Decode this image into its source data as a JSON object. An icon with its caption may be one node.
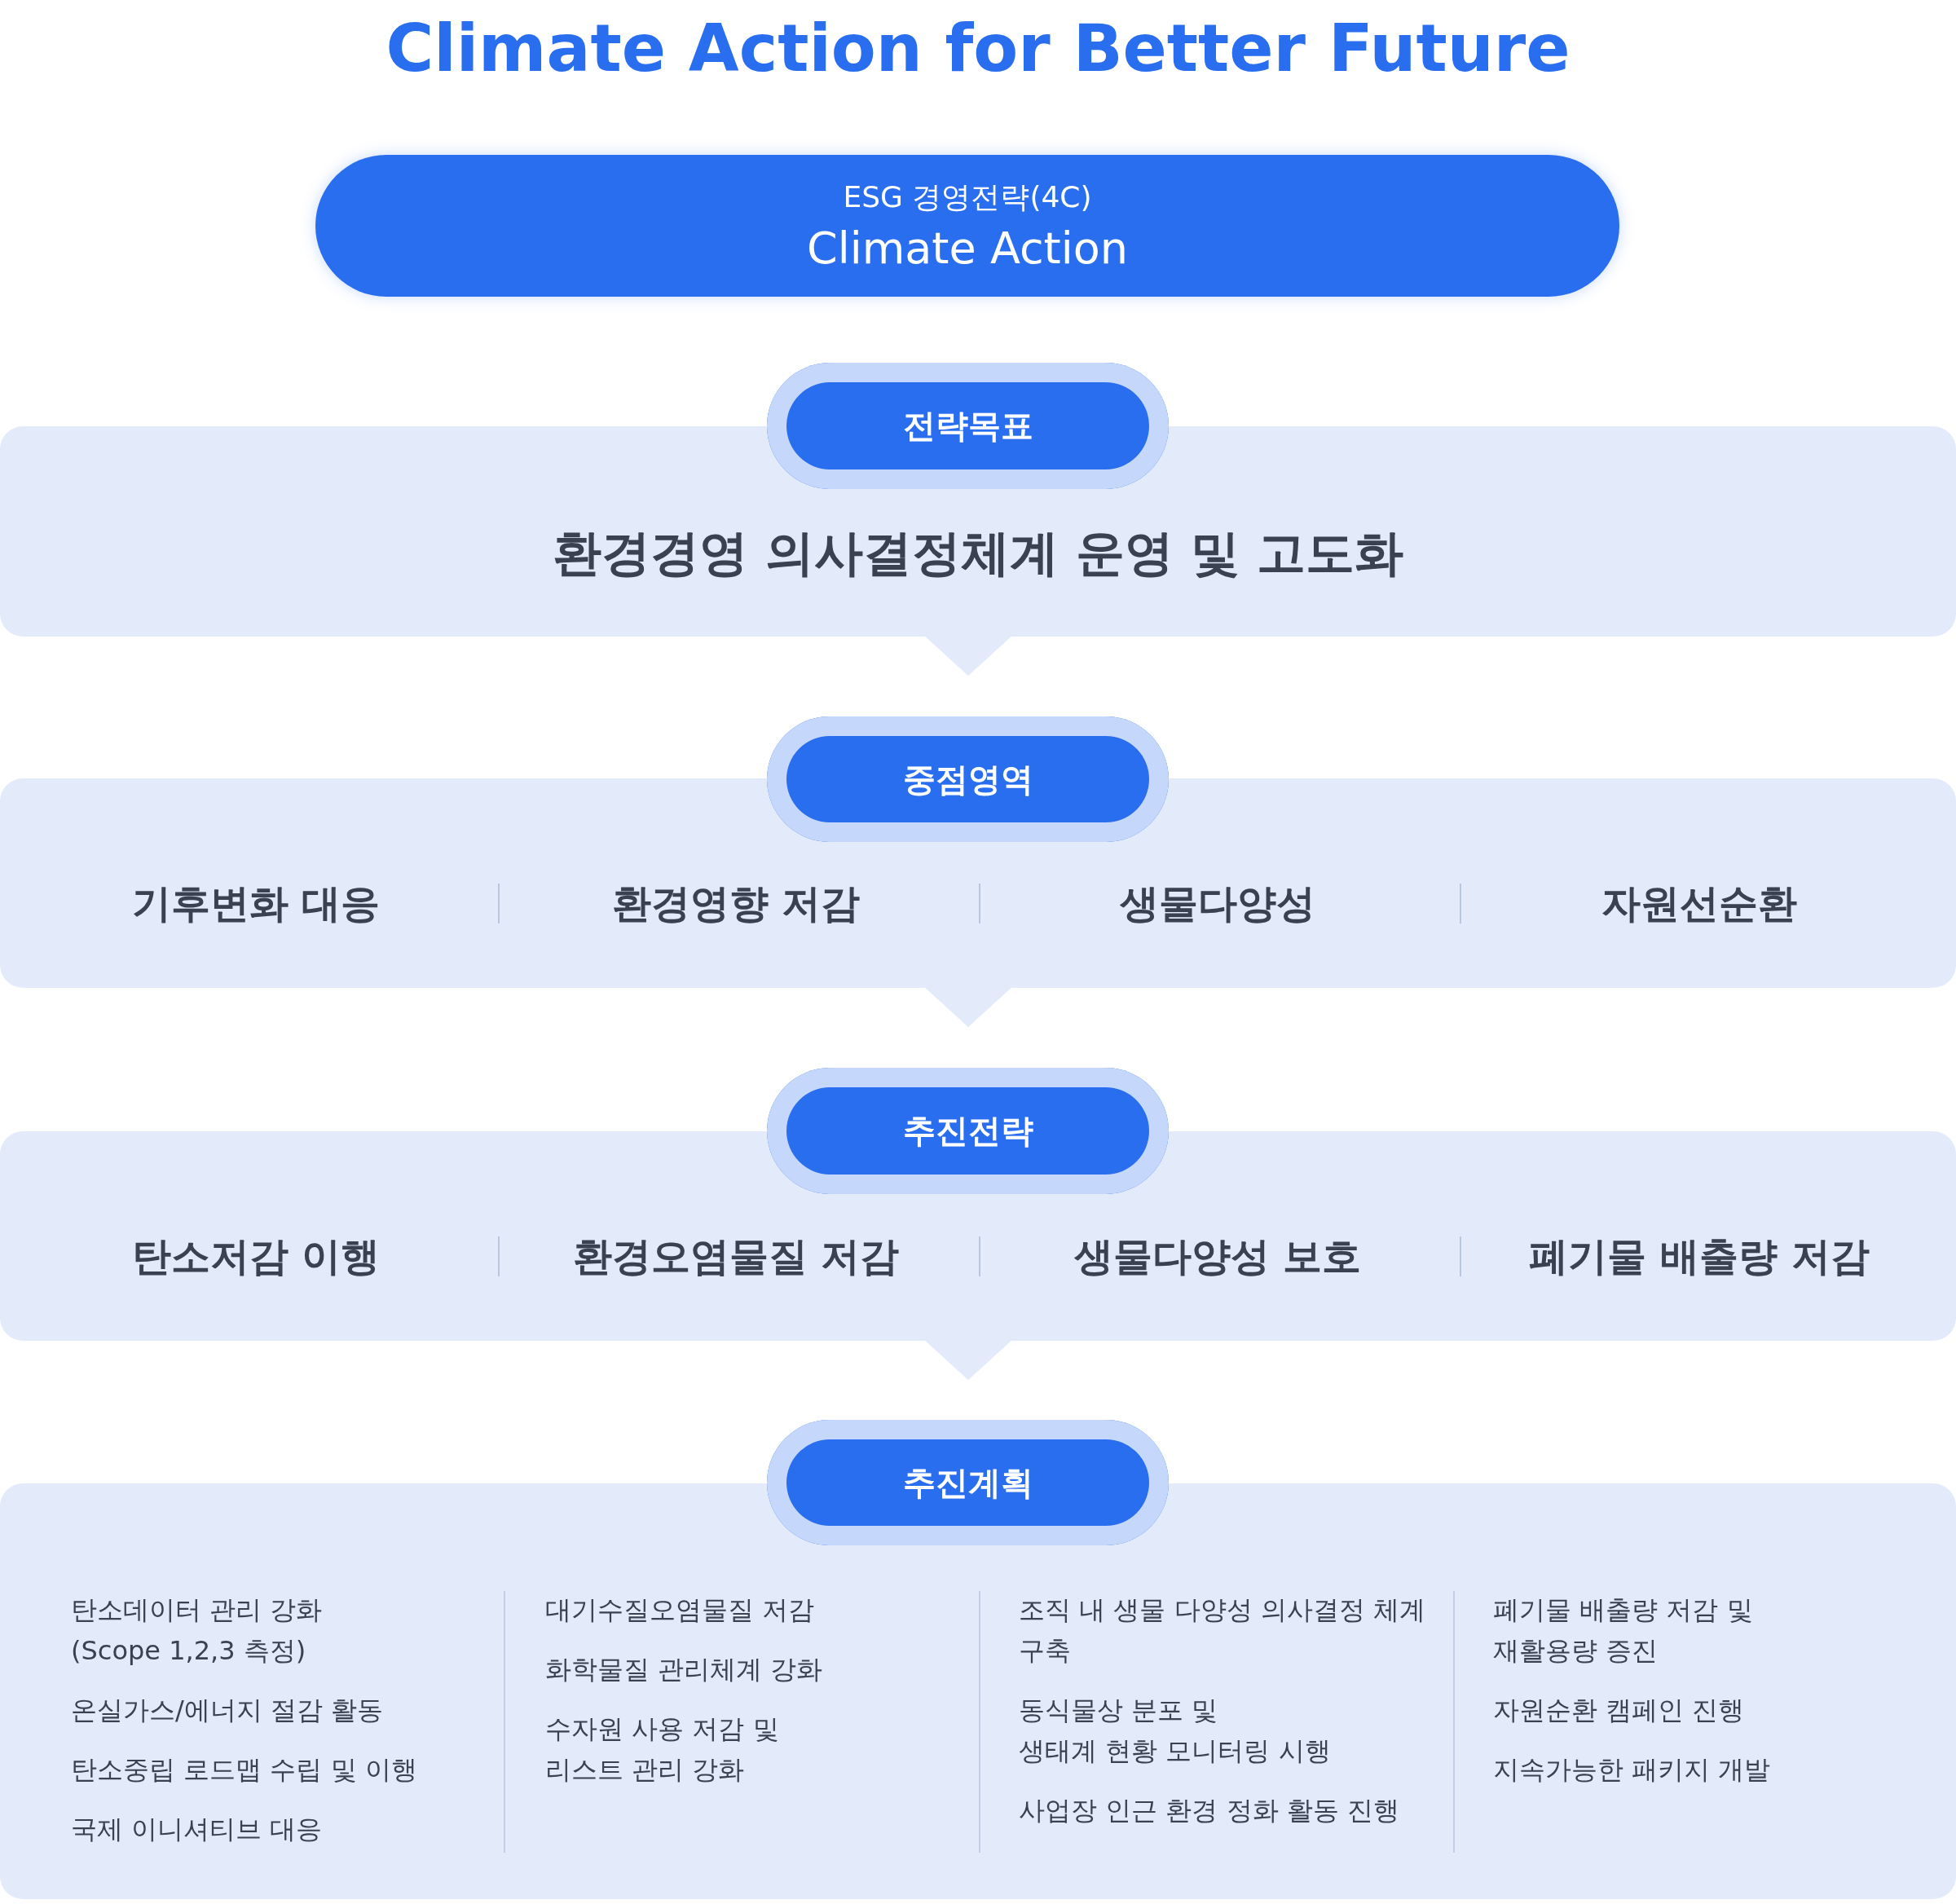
{
  "diagram": {
    "title": "Climate Action for Better Future",
    "nodes": [
      {
        "text": [
          "ESG 경영전략(4C)",
          "Climate Action"
        ]
      },
      {
        "text": [
          "전략목표"
        ]
      },
      {
        "text": [
          "환경경영 의사결정체계 운영 및 고도화"
        ]
      },
      {
        "text": [
          "중점영역"
        ]
      },
      {
        "text": [
          "기후변화 대응",
          "환경영향 저감",
          "생물다양성",
          "자원선순환"
        ]
      },
      {
        "text": [
          "추진전략"
        ]
      },
      {
        "text": [
          "탄소저감 이행",
          "환경오염물질 저감",
          "생물다양성 보호",
          "폐기물 배출량 저감"
        ]
      },
      {
        "text": [
          "추진계획"
        ]
      },
      {
        "text": [
          "탄소데이터 관리 강화 (Scope 1,2,3 측정)",
          "온실가스/에너지 절감 활동",
          "탄소중립 로드맵 수립 및 이행",
          "국제 이니셔티브 대응",
          "대기수질오염물질 저감",
          "화학물질 관리체계 강화",
          "수자원 사용 저감 및 리스트 관리 강화",
          "조직 내 생물 다양성 의사결정 체계 구축",
          "동식물상 분포 및 생태계 현황 모니터링 시행",
          "사업장 인근 환경 정화 활동 진행",
          "폐기물 배출량 저감 및 재활용량 증진",
          "자원순환 캠페인 진행",
          "지속가능한 패키지 개발"
        ]
      }
    ],
    "edges": [
      {
        "from": 2,
        "to": 3,
        "arrow": "to"
      },
      {
        "from": 4,
        "to": 5,
        "arrow": "to"
      },
      {
        "from": 6,
        "to": 7,
        "arrow": "to"
      }
    ]
  }
}
